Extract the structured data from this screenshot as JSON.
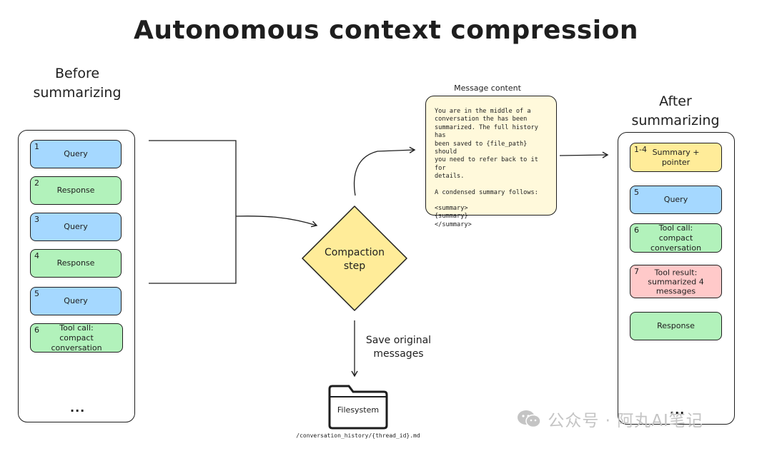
{
  "title": "Autonomous context compression",
  "before": {
    "heading_line1": "Before",
    "heading_line2": "summarizing",
    "ellipsis": "...",
    "items": [
      {
        "num": "1",
        "label": "Query",
        "color": "#a5d8ff"
      },
      {
        "num": "2",
        "label": "Response",
        "color": "#b2f2bb"
      },
      {
        "num": "3",
        "label": "Query",
        "color": "#a5d8ff"
      },
      {
        "num": "4",
        "label": "Response",
        "color": "#b2f2bb"
      },
      {
        "num": "5",
        "label": "Query",
        "color": "#a5d8ff"
      },
      {
        "num": "6",
        "label_line1": "Tool call:",
        "label_line2": "compact conversation",
        "color": "#b2f2bb"
      }
    ]
  },
  "compaction": {
    "line1": "Compaction",
    "line2": "step",
    "color": "#ffec99"
  },
  "message": {
    "caption": "Message content",
    "paragraph1": "You are in the middle of a\nconversation the has been\nsummarized. The full history has\nbeen saved to {file_path} should\nyou need to refer back to it for\ndetails.",
    "paragraph2": "A condensed summary follows:",
    "paragraph3": "<summary>\n{summary}\n</summary>",
    "color": "#fff9db"
  },
  "save": {
    "line1": "Save original",
    "line2": "messages"
  },
  "filesystem": {
    "label": "Filesystem",
    "path": "/conversation_history/{thread_id}.md"
  },
  "after": {
    "heading_line1": "After",
    "heading_line2": "summarizing",
    "ellipsis": "...",
    "items": [
      {
        "num": "1-4",
        "label_line1": "Summary +",
        "label_line2": "pointer",
        "color": "#ffec99"
      },
      {
        "num": "5",
        "label": "Query",
        "color": "#a5d8ff"
      },
      {
        "num": "6",
        "label_line1": "Tool call:",
        "label_line2": "compact conversation",
        "color": "#b2f2bb"
      },
      {
        "num": "7",
        "label_line1": "Tool result:",
        "label_line2": "summarized 4",
        "label_line3": "messages",
        "color": "#ffc9c9"
      },
      {
        "label": "Response",
        "color": "#b2f2bb"
      }
    ]
  },
  "watermark": "公众号 · 阿丸AI笔记"
}
